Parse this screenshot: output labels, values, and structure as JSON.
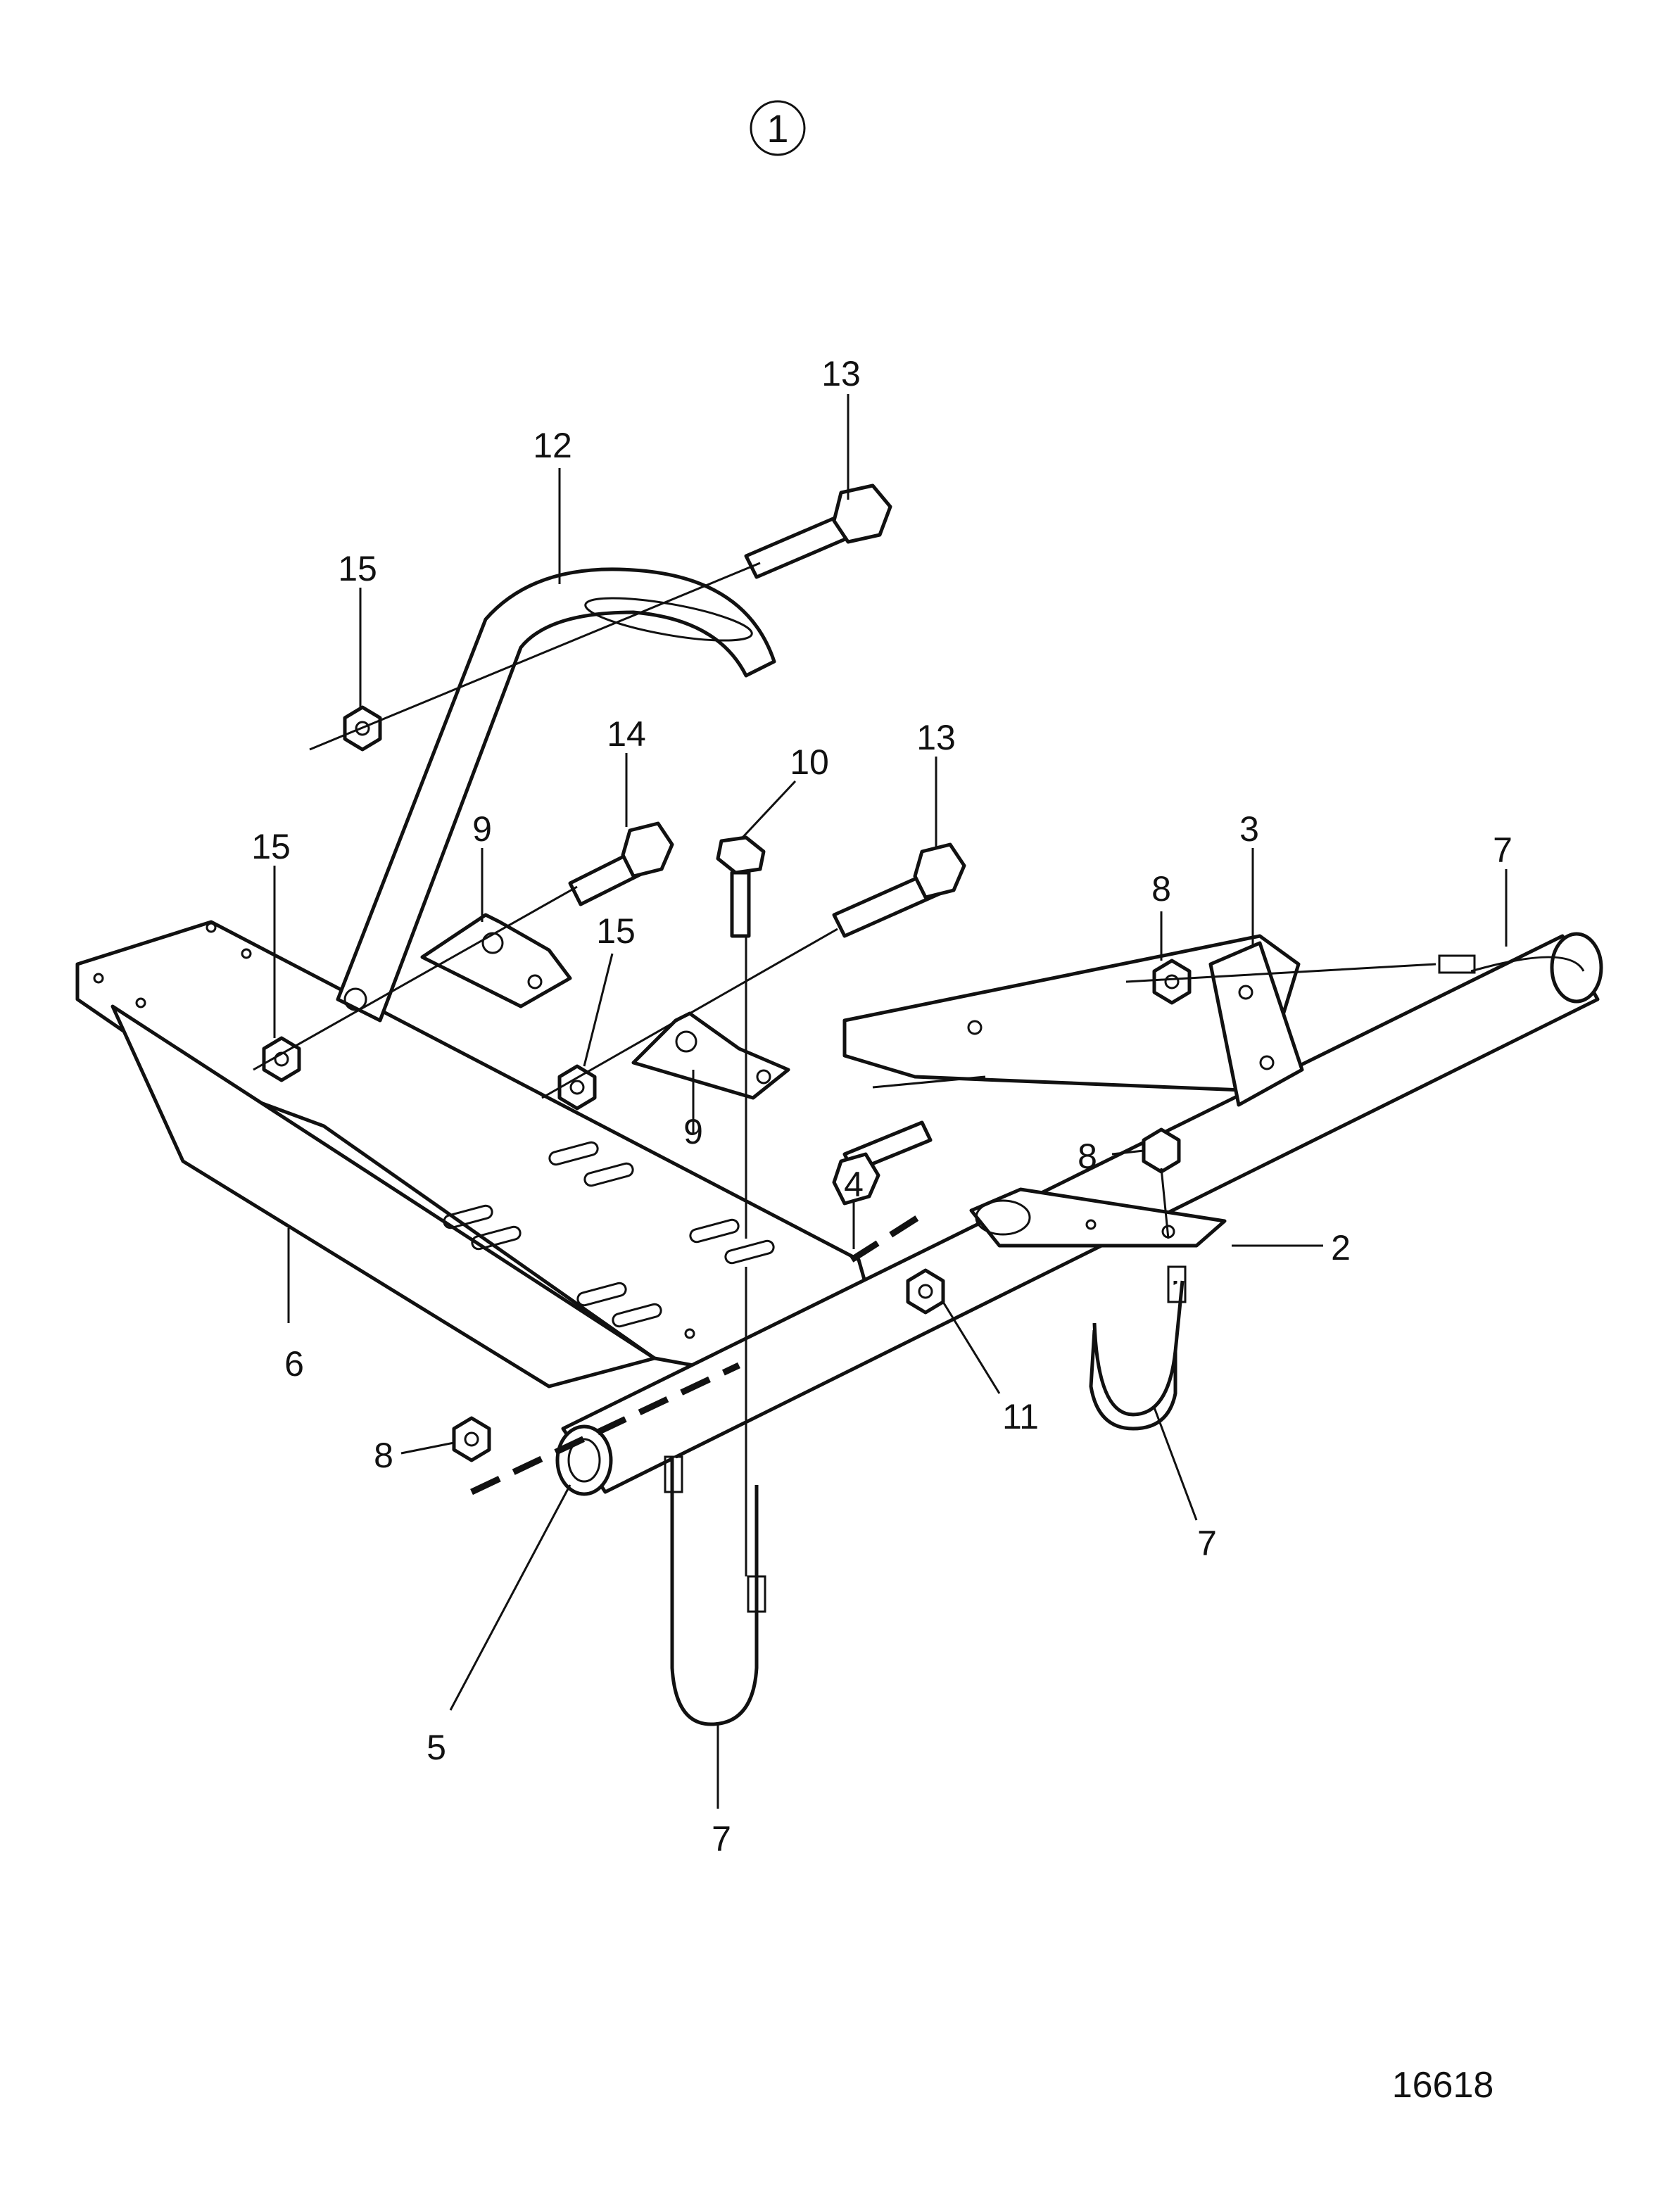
{
  "figure_marker": "1",
  "drawing_number": "16618",
  "callouts": {
    "c13a": "13",
    "c12": "12",
    "c15a": "15",
    "c14": "14",
    "c10": "10",
    "c13b": "13",
    "c3": "3",
    "c7a": "7",
    "c9a": "9",
    "c15b": "15",
    "c8a": "8",
    "c15c": "15",
    "c9b": "9",
    "c4": "4",
    "c8b": "8",
    "c2": "2",
    "c6": "6",
    "c11": "11",
    "c8c": "8",
    "c7b": "7",
    "c5": "5",
    "c7c": "7"
  }
}
